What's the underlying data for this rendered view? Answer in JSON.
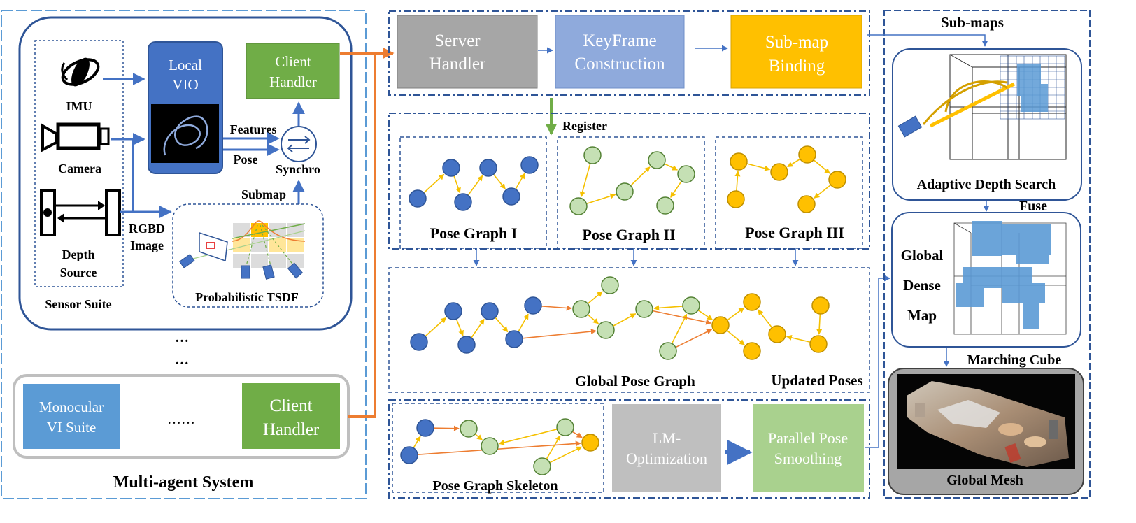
{
  "colors": {
    "panel_border": "#41719c",
    "dark_blue_border": "#2f5597",
    "light_blue_dash": "#5b9bd5",
    "blue_box": "#4472c4",
    "steel_blue_box": "#5b9bd5",
    "green_box": "#70ad47",
    "light_green_box": "#a9d18e",
    "gray_box": "#a6a6a6",
    "light_gray_box": "#bfbfbf",
    "periwinkle_box": "#8faadc",
    "gold_box": "#ffc000",
    "node_blue": "#4472c4",
    "node_green": "#c5e0b4",
    "node_yellow": "#ffc000",
    "edge_yellow": "#f5c000",
    "edge_orange": "#ed7d31",
    "arrow_orange": "#ed7d31",
    "arrow_green": "#70ad47"
  },
  "multi_agent": {
    "title": "Multi-agent System",
    "sensor_suite_label": "Sensor Suite",
    "imu_label": "IMU",
    "camera_label": "Camera",
    "depth_label_1": "Depth",
    "depth_label_2": "Source",
    "local_vio_1": "Local",
    "local_vio_2": "VIO",
    "client_handler_1": "Client",
    "client_handler_2": "Handler",
    "features_label": "Features",
    "pose_label": "Pose",
    "synchro_label": "Synchro",
    "submap_label": "Submap",
    "rgbd_1": "RGBD",
    "rgbd_2": "Image",
    "tsdf_label": "Probabilistic TSDF",
    "dots_1": "…",
    "dots_2": "…",
    "mono_1": "Monocular",
    "mono_2": "VI Suite",
    "mid_dots": "……",
    "client2_1": "Client",
    "client2_2": "Handler"
  },
  "server": {
    "server_handler_1": "Server",
    "server_handler_2": "Handler",
    "keyframe_1": "KeyFrame",
    "keyframe_2": "Construction",
    "submap_binding_1": "Sub-map",
    "submap_binding_2": "Binding",
    "register_label": "Register",
    "pose_graph_1": "Pose Graph I",
    "pose_graph_2": "Pose Graph II",
    "pose_graph_3": "Pose Graph III",
    "global_pose_graph": "Global Pose Graph",
    "updated_poses": "Updated Poses",
    "skeleton_label": "Pose Graph Skeleton",
    "lm_1": "LM-",
    "lm_2": "Optimization",
    "parallel_1": "Parallel Pose",
    "parallel_2": "Smoothing"
  },
  "mapping": {
    "submaps_label": "Sub-maps",
    "adaptive_label": "Adaptive Depth Search",
    "fuse_label": "Fuse",
    "global_1": "Global",
    "global_2": "Dense",
    "global_3": "Map",
    "marching_label": "Marching Cube",
    "mesh_label": "Global Mesh"
  }
}
